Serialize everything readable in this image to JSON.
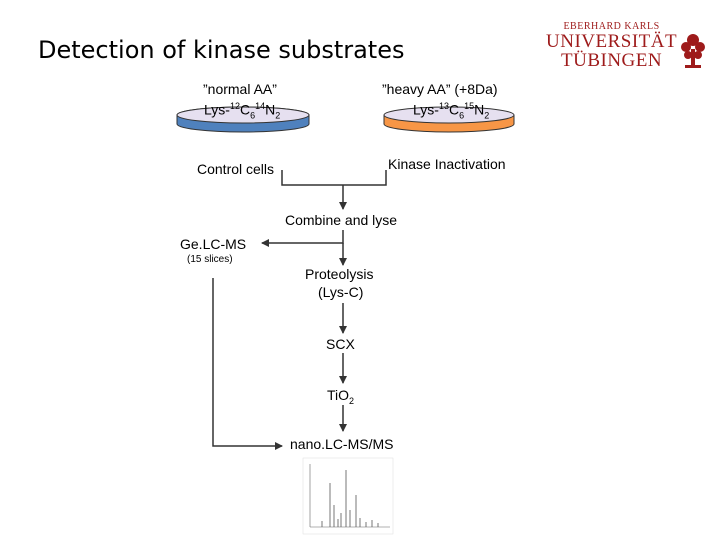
{
  "title": "Detection of kinase substrates",
  "logo": {
    "line1": "EBERHARD KARLS",
    "line2": "UNIVERSITÄT",
    "line3": "TÜBINGEN",
    "icon": "tree-seal-icon",
    "color": "#9e1b1b"
  },
  "labels": {
    "normal_aa": "”normal AA”",
    "heavy_aa": "”heavy AA” (+8Da)",
    "lys_light_prefix": "Lys-",
    "lys_light_sup1": "12",
    "lys_light_c": "C",
    "lys_light_sub1": "6",
    "lys_light_sup2": "14",
    "lys_light_n": "N",
    "lys_light_sub2": "2",
    "lys_heavy_prefix": "Lys-",
    "lys_heavy_sup1": "13",
    "lys_heavy_c": "C",
    "lys_heavy_sub1": "6",
    "lys_heavy_sup2": "15",
    "lys_heavy_n": "N",
    "lys_heavy_sub2": "2",
    "control_cells": "Control cells",
    "kinase_inactivation": "Kinase Inactivation",
    "combine_lyse": "Combine and lyse",
    "gelcms": "Ge.LC-MS",
    "slices": "(15 slices)",
    "proteolysis_1": "Proteolysis",
    "proteolysis_2": "(Lys-C)",
    "scx": "SCX",
    "tio2_main": "TiO",
    "tio2_sub": "2",
    "nanolc": "nano.LC-MS/MS"
  },
  "colors": {
    "light_dish": "#4f81bd",
    "heavy_dish": "#f79646",
    "dish_rim": "#e6e0f0",
    "arrow": "#333333"
  }
}
